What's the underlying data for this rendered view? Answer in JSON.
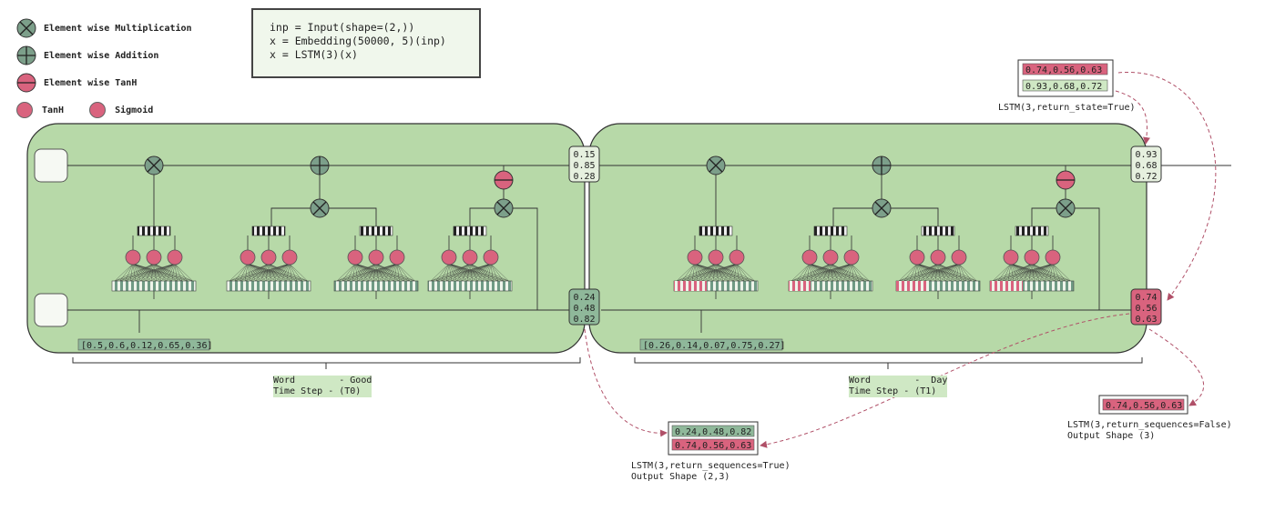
{
  "legend": {
    "multiplication": "Element wise Multiplication",
    "addition": "Element wise Addition",
    "tanh_elementwise": "Element wise TanH",
    "tanh": "TanH",
    "sigmoid": "Sigmoid"
  },
  "code": {
    "line1": "inp = Input(shape=(2,))",
    "line2": "x = Embedding(50000, 5)(inp)",
    "line3": "x = LSTM(3)(x)"
  },
  "cells": [
    {
      "embedding": "[0.5,0.6,0.12,0.65,0.36]",
      "cell_state": [
        "0.15",
        "0.85",
        "0.28"
      ],
      "hidden_state": [
        "0.24",
        "0.48",
        "0.82"
      ],
      "word": "Word        - Good",
      "time_step": "Time Step - (T0)"
    },
    {
      "embedding": "[0.26,0.14,0.07,0.75,0.27]",
      "cell_state": [
        "0.93",
        "0.68",
        "0.72"
      ],
      "hidden_state": [
        "0.74",
        "0.56",
        "0.63"
      ],
      "word": "Word        -  Day",
      "time_step": "Time Step - (T1)"
    }
  ],
  "outputs": {
    "return_state": {
      "hidden": "0.74,0.56,0.63",
      "cell": "0.93,0.68,0.72",
      "caption": "LSTM(3,return_state=True)"
    },
    "return_sequences_false": {
      "value": "0.74,0.56,0.63",
      "caption1": "LSTM(3,return_sequences=False)",
      "caption2": "Output Shape (3)"
    },
    "return_sequences_true": {
      "row1": "0.24,0.48,0.82",
      "row2": "0.74,0.56,0.63",
      "caption1": "LSTM(3,return_sequences=True)",
      "caption2": "Output Shape (2,3)"
    }
  },
  "colors": {
    "cell_fill": "#b7d9a8",
    "op_node": "#7c9f8a",
    "activation": "#d9637e",
    "green_box": "#8fb89a",
    "pink_box": "#d9637e",
    "arrow": "#b05068"
  }
}
